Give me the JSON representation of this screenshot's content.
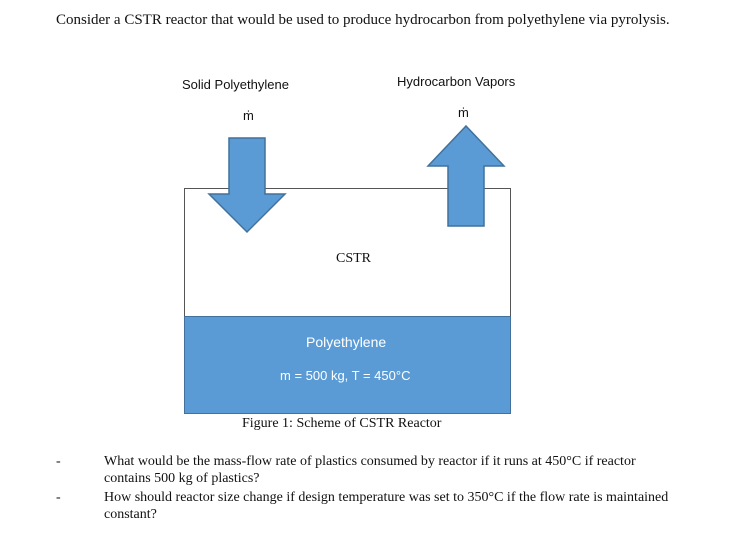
{
  "intro_text": "Consider a CSTR reactor that would be used to produce hydrocarbon from polyethylene via pyrolysis.",
  "figure": {
    "inlet_label": "Solid Polyethylene",
    "outlet_label": "Hydrocarbon Vapors",
    "inlet_symbol": "ṁ",
    "outlet_symbol": "ṁ",
    "reactor_label": "CSTR",
    "contents_name": "Polyethylene",
    "contents_conditions": "m = 500 kg, T = 450°C",
    "caption": "Figure 1: Scheme of CSTR Reactor",
    "colors": {
      "liquid_fill": "#5b9bd5",
      "arrow_fill": "#5b9bd5",
      "arrow_stroke": "#41719c"
    }
  },
  "questions": [
    {
      "bullet": "-",
      "text": "What would be the mass-flow rate of plastics consumed by reactor if it runs at 450°C if reactor contains 500 kg of plastics?"
    },
    {
      "bullet": "-",
      "text": "How should reactor size change if design temperature was set to 350°C if the flow rate is maintained constant?"
    }
  ]
}
